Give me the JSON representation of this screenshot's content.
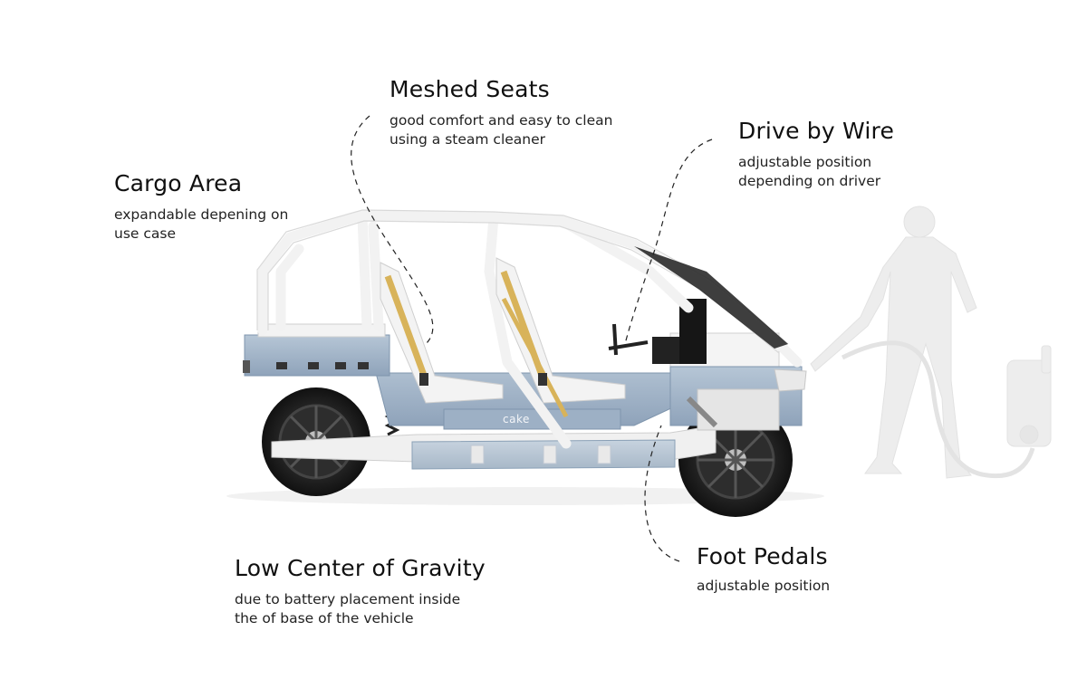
{
  "callouts": {
    "cargo": {
      "title": "Cargo Area",
      "line1": "expandable depening on",
      "line2": "use case"
    },
    "seats": {
      "title": "Meshed Seats",
      "line1": "good comfort and easy to clean",
      "line2": "using a steam cleaner"
    },
    "wire": {
      "title": "Drive by Wire",
      "line1": "adjustable position",
      "line2": "depending on driver"
    },
    "gravity": {
      "title": "Low Center of Gravity",
      "line1": "due to battery placement inside",
      "line2": "the of base of the vehicle"
    },
    "pedals": {
      "title": "Foot Pedals",
      "line1": "adjustable position"
    }
  },
  "vehicle": {
    "logo": "cake"
  },
  "colors": {
    "frame": "#f2f2f2",
    "body_blue": "#9aaec4",
    "belt": "#d8b35a",
    "tire": "#1c1c1c",
    "silhouette": "#ececec"
  }
}
